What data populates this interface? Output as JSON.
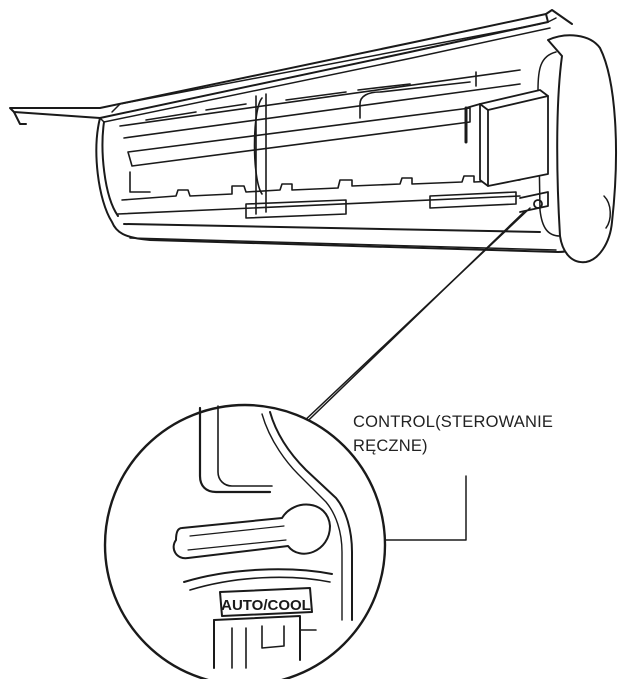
{
  "callout": {
    "line1": "CONTROL(STEROWANIE",
    "line2": "RĘCZNE)"
  },
  "button": {
    "label": "AUTO/COOL"
  },
  "colors": {
    "ink": "#1a1a1a",
    "background": "#ffffff"
  }
}
